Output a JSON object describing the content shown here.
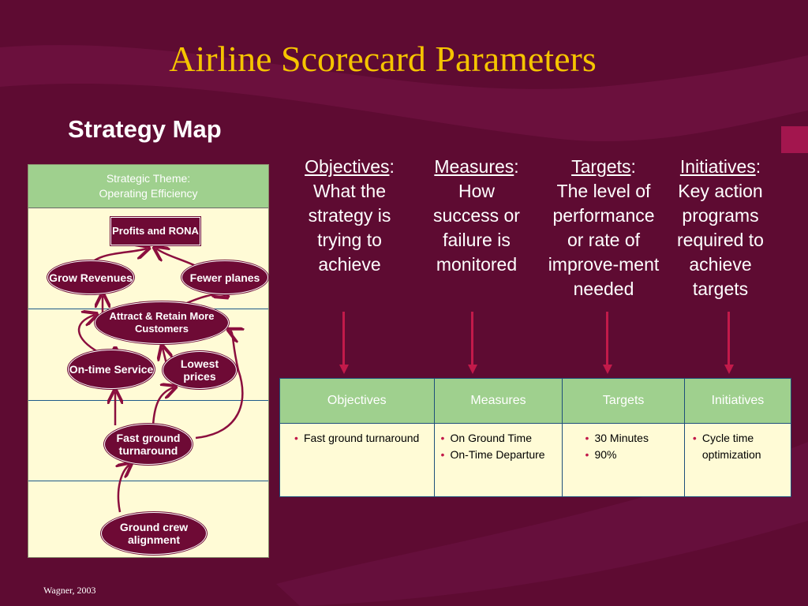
{
  "title": "Airline Scorecard Parameters",
  "subtitle": "Strategy Map",
  "columns": [
    {
      "term": "Objectives",
      "colon": ":",
      "desc": "What the strategy is trying to achieve"
    },
    {
      "term": "Measures",
      "colon": ":",
      "desc": "How success or failure is monitored"
    },
    {
      "term": "Targets",
      "colon": ":",
      "desc": "The level of performance or rate of improve-ment needed"
    },
    {
      "term": "Initiatives",
      "colon": ":",
      "desc": "Key action programs required to achieve targets"
    }
  ],
  "strategy_map": {
    "theme_line1": "Strategic Theme:",
    "theme_line2": "Operating Efficiency",
    "nodes": {
      "profits": "Profits and RONA",
      "grow_revenues": "Grow Revenues",
      "fewer_planes": "Fewer planes",
      "attract_retain": "Attract & Retain More Customers",
      "on_time": "On-time Service",
      "lowest_prices": "Lowest prices",
      "fast_ground": "Fast ground turnaround",
      "ground_crew": "Ground crew alignment"
    }
  },
  "table": {
    "headers": [
      "Objectives",
      "Measures",
      "Targets",
      "Initiatives"
    ],
    "cells": [
      [
        "Fast ground turnaround"
      ],
      [
        "On Ground Time",
        "On-Time Departure"
      ],
      [
        "30 Minutes",
        "90%"
      ],
      [
        "Cycle time optimization"
      ]
    ]
  },
  "footer": "Wagner, 2003",
  "colors": {
    "background": "#5e0b32",
    "title": "#f5c400",
    "node": "#6e0a35",
    "header_green": "#9fd08e",
    "panel": "#fffbd6"
  }
}
